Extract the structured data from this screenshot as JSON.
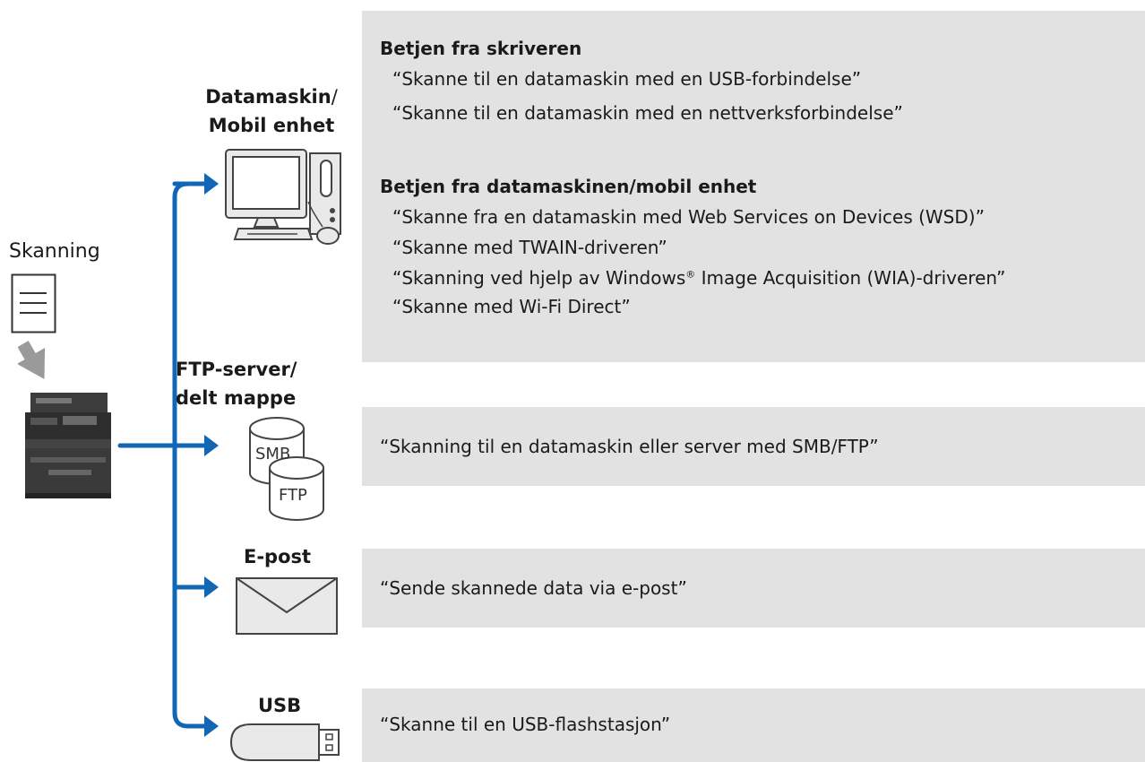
{
  "source": {
    "label": "Skanning",
    "icons": [
      "document-icon",
      "scan-arrow-icon",
      "printer-icon"
    ]
  },
  "destinations": {
    "computer": {
      "label_main": "Datamaskin",
      "label_slash": "/",
      "label_line2": "Mobil enhet",
      "icon": "computer-icon",
      "groups": [
        {
          "heading": "Betjen fra skriveren",
          "items": [
            "“Skanne til en datamaskin med en USB-forbindelse”",
            "“Skanne til en datamaskin med en nettverksforbindelse”"
          ]
        },
        {
          "heading": "Betjen fra datamaskinen/mobil enhet",
          "items": [
            "“Skanne fra en datamaskin med Web Services on Devices (WSD)”",
            "“Skanne med TWAIN-driveren”",
            "“Skanning ved hjelp av Windows",
            "“Skanne med Wi-Fi Direct”"
          ],
          "wia_suffix": " Image Acquisition (WIA)-driveren”",
          "registered_mark": "®"
        }
      ]
    },
    "server": {
      "label_line1": "FTP-server/",
      "label_line2": "delt mappe",
      "icon": "database-icon",
      "icon_labels": [
        "SMB",
        "FTP"
      ],
      "item": "“Skanning til en datamaskin eller server med SMB/FTP”"
    },
    "email": {
      "label": "E-post",
      "icon": "envelope-icon",
      "item": "“Sende skannede data via e-post”"
    },
    "usb": {
      "label": "USB",
      "icon": "usb-drive-icon",
      "item": "“Skanne til en USB-flashstasjon”"
    }
  },
  "colors": {
    "connector": "#1166b5",
    "panel": "#e2e2e2",
    "icon_fill": "#e9e9e9",
    "icon_stroke": "#444444",
    "scan_arrow": "#9a9a9a"
  }
}
